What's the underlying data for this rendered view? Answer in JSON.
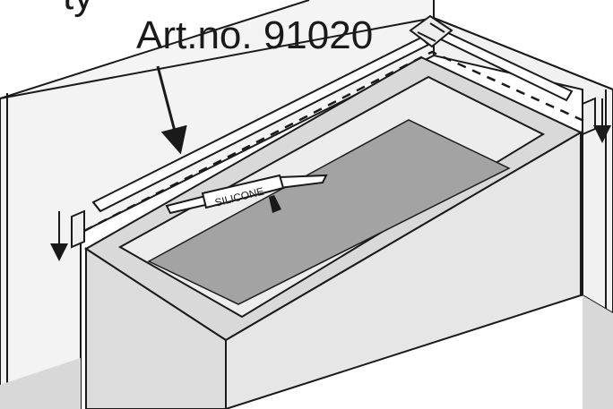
{
  "callout": {
    "article_label": "Art.no. 91020",
    "top_fragment": "ty"
  },
  "caulk_gun": {
    "label": "SILICONE"
  },
  "colors": {
    "ink": "#1a1a1a",
    "wall": "#f2f2f2",
    "floor": "#d7d7d7",
    "tub_shell": "#dcdcdc",
    "tub_water": "#9f9f9f",
    "tub_panel_front": "#dedede",
    "tub_panel_side": "#e6e6e6",
    "trim": "#ffffff"
  },
  "arrows": [
    "left-down-arrow",
    "right-down-arrow",
    "callout-arrow"
  ]
}
